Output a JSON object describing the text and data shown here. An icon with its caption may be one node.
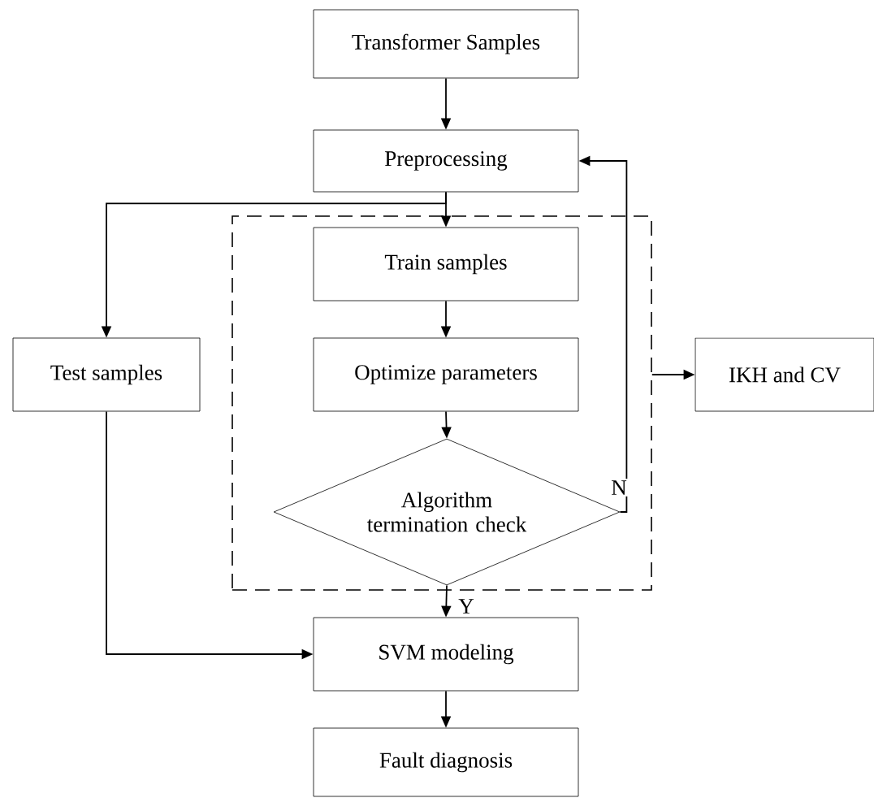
{
  "diagram": {
    "nodes": [
      {
        "text": [
          "Transformer Samples"
        ]
      },
      {
        "text": [
          "Preprocessing"
        ]
      },
      {
        "text": [],
        "shape": "box"
      },
      {
        "text": [
          "Train samples"
        ],
        "in": 2
      },
      {
        "text": [
          "Test samples"
        ]
      },
      {
        "text": [
          "Optimize parameters"
        ],
        "in": 2
      },
      {
        "text": [
          "IKH and CV"
        ]
      },
      {
        "text": [
          "Algorithm termination check"
        ],
        "in": 2
      },
      {
        "text": [
          "SVM modeling"
        ]
      },
      {
        "text": [
          "Fault diagnosis"
        ]
      }
    ],
    "edges": [
      {
        "from": 0,
        "to": 1,
        "arrow": "to"
      },
      {
        "from": 1,
        "to": 3,
        "arrow": "to"
      },
      {
        "from": 1,
        "to": 4,
        "arrow": "to"
      },
      {
        "from": 3,
        "to": 5,
        "arrow": "to"
      },
      {
        "from": 5,
        "to": 7,
        "arrow": "to"
      },
      {
        "from": 7,
        "to": 1,
        "arrow": "to",
        "label": "N"
      },
      {
        "from": 7,
        "to": 8,
        "arrow": "to",
        "label": "Y"
      },
      {
        "from": 4,
        "to": 8,
        "arrow": "to"
      },
      {
        "from": 2,
        "to": 6,
        "arrow": "to"
      },
      {
        "from": 8,
        "to": 9,
        "arrow": "to"
      }
    ]
  }
}
